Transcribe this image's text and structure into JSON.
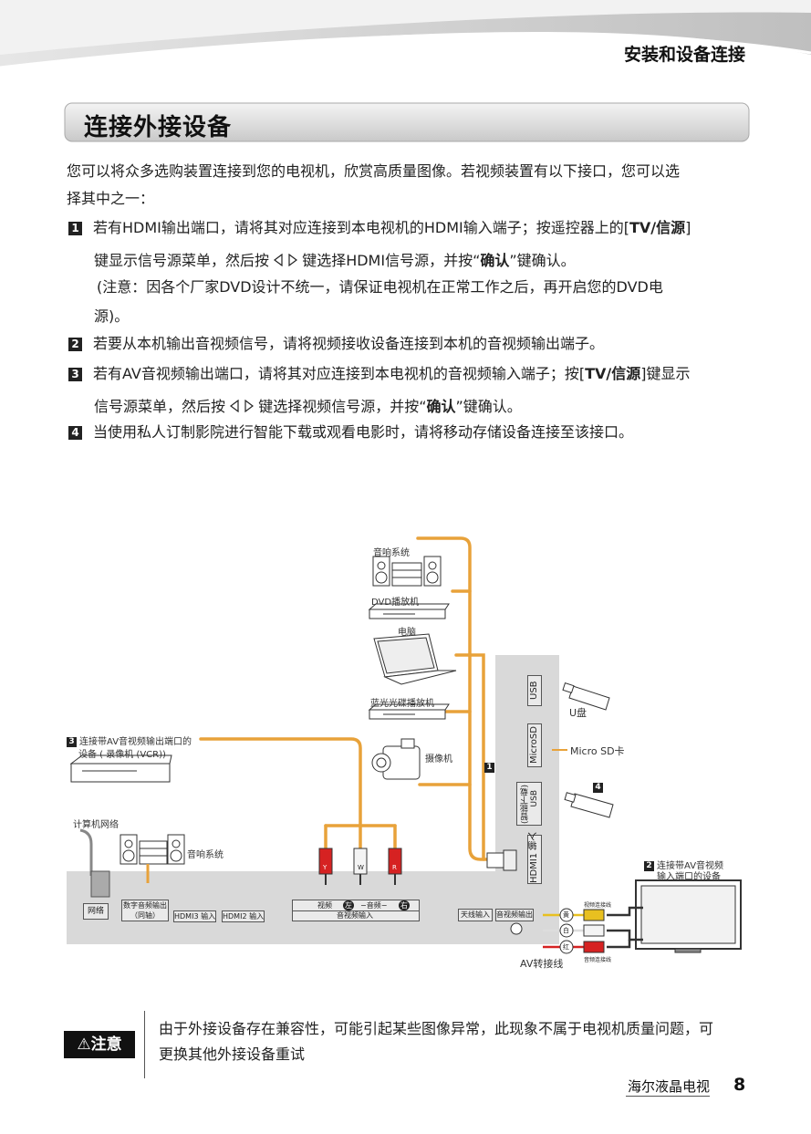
{
  "header": {
    "chapter_title": "安装和设备连接"
  },
  "section": {
    "title": "连接外接设备"
  },
  "intro": {
    "line1": "您可以将众多选购装置连接到您的电视机，欣赏高质量图像。若视频装置有以下接口，您可以选",
    "line2": "择其中之一："
  },
  "items": [
    {
      "num": "1",
      "line1_pre": "若有HDMI输出端口，请将其对应连接到本电视机的HDMI输入端子；按遥控器上的[",
      "line1_bold": "TV/信源",
      "line1_post": "]",
      "line2_pre": "键显示信号源菜单，然后按",
      "line2_sep": "、",
      "line2_mid": "键选择HDMI信号源，并按“",
      "line2_bold": "确认",
      "line2_post": "”键确认。",
      "line3": "(注意：因各个厂家DVD设计不统一，请保证电视机在正常工作之后，再开启您的DVD电",
      "line4": "源)。"
    },
    {
      "num": "2",
      "line1": "若要从本机输出音视频信号，请将视频接收设备连接到本机的音视频输出端子。"
    },
    {
      "num": "3",
      "line1_pre": "若有AV音视频输出端口，请将其对应连接到本电视机的音视频输入端子；按[",
      "line1_bold": "TV/信源",
      "line1_post": "]键显示",
      "line2_pre": "信号源菜单，然后按",
      "line2_sep": "、",
      "line2_mid": "键选择视频信号源，并按“",
      "line2_bold": "确认",
      "line2_post": "”键确认。"
    },
    {
      "num": "4",
      "line1": "当使用私人订制影院进行智能下载或观看电影时，请将移动存储设备连接至该接口。"
    }
  ],
  "diagram": {
    "speaker_system_top": "音响系统",
    "dvd_player": "DVD播放机",
    "computer": "电脑",
    "bluray_player": "蓝光光碟播放机",
    "camcorder": "摄像机",
    "vcr_num": "3",
    "vcr_label_line1": "连接带AV音视频输出端口的",
    "vcr_label_line2": "设备 ( 录像机 (VCR))",
    "network_label": "计算机网络",
    "speaker_system_left": "音响系统",
    "usb": "USB",
    "microsd": "MicroSD",
    "usb_smart_line1": "USB",
    "usb_smart_line2": "(智能下载)",
    "hdmi1": "HDMI1 输入",
    "u_disk": "U盘",
    "micro_sd_card": "Micro SD卡",
    "callout_1": "1",
    "callout_4": "4",
    "port_network": "网络",
    "port_digital_audio_line1": "数字音频输出",
    "port_digital_audio_line2": "（同轴）",
    "port_hdmi3": "HDMI3 输入",
    "port_hdmi2": "HDMI2 输入",
    "port_video": "视频",
    "port_left": "左",
    "port_audio": "−音频−",
    "port_right": "右",
    "port_av_input": "音视频输入",
    "port_antenna": "天线输入",
    "port_av_output": "音视频输出",
    "plug_w": "W",
    "plug_y": "Y",
    "plug_r": "R",
    "ring_yellow": "黄",
    "ring_white": "白",
    "ring_red": "红",
    "video_cable": "视频连接线",
    "audio_cable": "音频连接线",
    "av_adapter": "AV转接线",
    "tv_num": "2",
    "tv_label_line1": "连接带AV音视频",
    "tv_label_line2": "输入端口的设备"
  },
  "caution": {
    "label": "注意",
    "text_line1": "由于外接设备存在兼容性，可能引起某些图像异常，此现象不属于电视机质量问题，可",
    "text_line2": "更换其他外接设备重试"
  },
  "footer": {
    "brand": "海尔液晶电视",
    "page": "8"
  },
  "colors": {
    "cable_orange": "#e8a23a",
    "panel_gray": "#d9d9d9",
    "text_dark": "#222222"
  }
}
